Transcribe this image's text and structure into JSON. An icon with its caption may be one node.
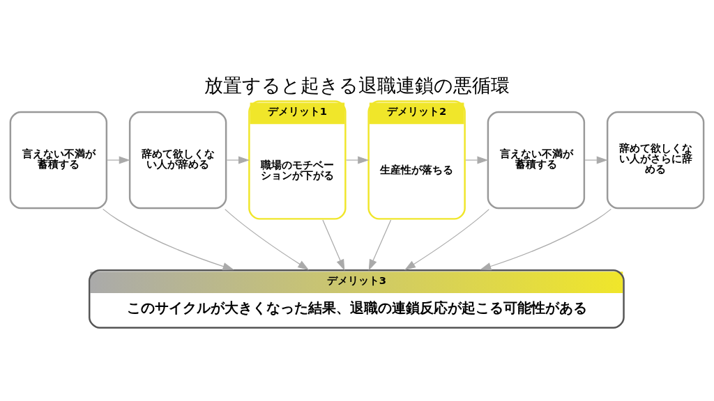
{
  "diagram": {
    "title": "放置すると起きる退職連鎖の悪循環",
    "nodes": [
      {
        "text": [
          "言えない不満が蓄積する"
        ]
      },
      {
        "text": [
          "辞めて欲しくない人が辞める"
        ]
      },
      {
        "text": [
          "デメリット1",
          "職場のモチベーションが下がる"
        ]
      },
      {
        "text": [
          "デメリット2",
          "生産性が落ちる"
        ]
      },
      {
        "text": [
          "言えない不満が蓄積する"
        ]
      },
      {
        "text": [
          "辞めて欲しくない人がさらに辞める"
        ]
      },
      {
        "text": [
          "デメリット3",
          "このサイクルが大きくなった結果、退職の連鎖反応が起こる可能性がある"
        ]
      }
    ],
    "edges": [
      {
        "from": 0,
        "to": 1,
        "arrow": "to"
      },
      {
        "from": 1,
        "to": 2,
        "arrow": "to"
      },
      {
        "from": 2,
        "to": 3,
        "arrow": "to"
      },
      {
        "from": 3,
        "to": 4,
        "arrow": "to"
      },
      {
        "from": 4,
        "to": 5,
        "arrow": "to"
      },
      {
        "from": 0,
        "to": 6,
        "arrow": "to"
      },
      {
        "from": 1,
        "to": 6,
        "arrow": "to"
      },
      {
        "from": 2,
        "to": 6,
        "arrow": "to"
      },
      {
        "from": 3,
        "to": 6,
        "arrow": "to"
      },
      {
        "from": 4,
        "to": 6,
        "arrow": "to"
      },
      {
        "from": 5,
        "to": 6,
        "arrow": "to"
      }
    ]
  }
}
